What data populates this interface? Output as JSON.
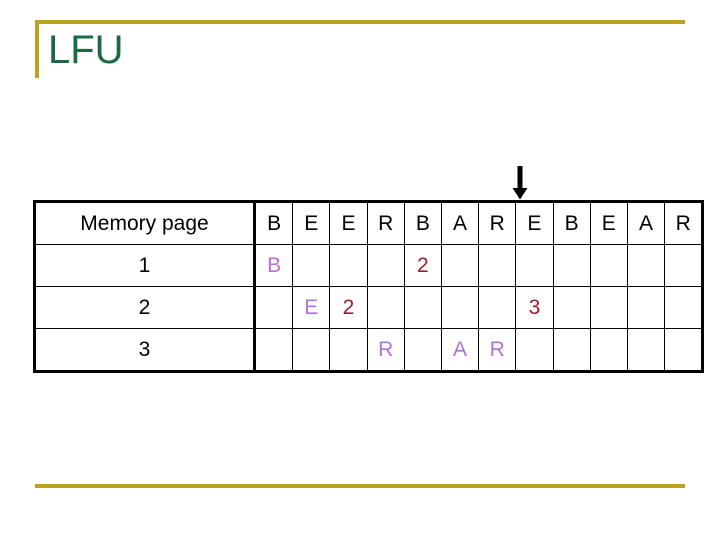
{
  "slide": {
    "title": "LFU",
    "title_color": "#1A6B43",
    "accent_color": "#BFA122"
  },
  "arrow": {
    "name": "down-arrow-pointer",
    "points_to_column_index": 7,
    "color": "#000000"
  },
  "table": {
    "row_header_label": "Memory page",
    "reference_string": [
      "B",
      "E",
      "E",
      "R",
      "B",
      "A",
      "R",
      "E",
      "B",
      "E",
      "A",
      "R"
    ],
    "frame_labels": [
      "1",
      "2",
      "3"
    ],
    "value_colors": {
      "page": "#B272D8",
      "count": "#A8192B"
    },
    "rows": [
      {
        "label": "1",
        "cells": [
          {
            "text": "B",
            "kind": "page"
          },
          {
            "text": "",
            "kind": "empty"
          },
          {
            "text": "",
            "kind": "empty"
          },
          {
            "text": "",
            "kind": "empty"
          },
          {
            "text": "2",
            "kind": "count"
          },
          {
            "text": "",
            "kind": "empty"
          },
          {
            "text": "",
            "kind": "empty"
          },
          {
            "text": "",
            "kind": "empty"
          },
          {
            "text": "",
            "kind": "empty"
          },
          {
            "text": "",
            "kind": "empty"
          },
          {
            "text": "",
            "kind": "empty"
          },
          {
            "text": "",
            "kind": "empty"
          }
        ]
      },
      {
        "label": "2",
        "cells": [
          {
            "text": "",
            "kind": "empty"
          },
          {
            "text": "E",
            "kind": "page"
          },
          {
            "text": "2",
            "kind": "count"
          },
          {
            "text": "",
            "kind": "empty"
          },
          {
            "text": "",
            "kind": "empty"
          },
          {
            "text": "",
            "kind": "empty"
          },
          {
            "text": "",
            "kind": "empty"
          },
          {
            "text": "3",
            "kind": "count"
          },
          {
            "text": "",
            "kind": "empty"
          },
          {
            "text": "",
            "kind": "empty"
          },
          {
            "text": "",
            "kind": "empty"
          },
          {
            "text": "",
            "kind": "empty"
          }
        ]
      },
      {
        "label": "3",
        "cells": [
          {
            "text": "",
            "kind": "empty"
          },
          {
            "text": "",
            "kind": "empty"
          },
          {
            "text": "",
            "kind": "empty"
          },
          {
            "text": "R",
            "kind": "page"
          },
          {
            "text": "",
            "kind": "empty"
          },
          {
            "text": "A",
            "kind": "page"
          },
          {
            "text": "R",
            "kind": "page"
          },
          {
            "text": "",
            "kind": "empty"
          },
          {
            "text": "",
            "kind": "empty"
          },
          {
            "text": "",
            "kind": "empty"
          },
          {
            "text": "",
            "kind": "empty"
          },
          {
            "text": "",
            "kind": "empty"
          }
        ]
      }
    ]
  }
}
